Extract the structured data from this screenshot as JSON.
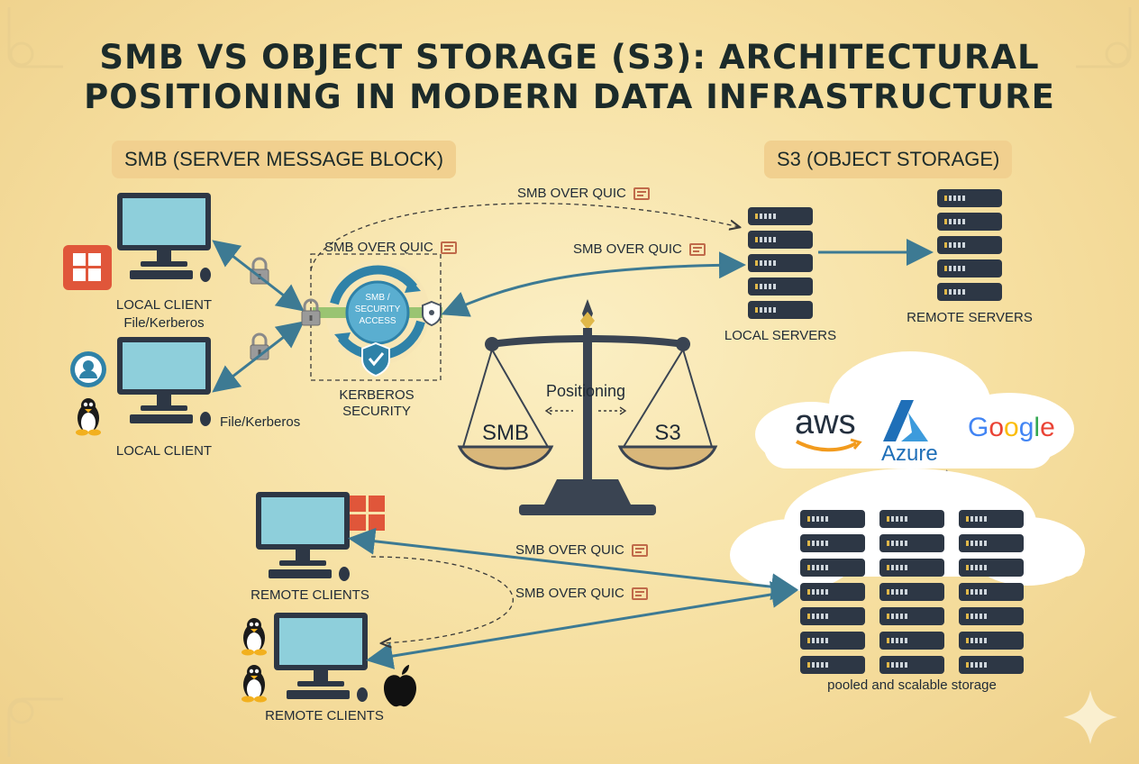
{
  "title": {
    "line1": "SMB VS OBJECT STORAGE (S3): ARCHITECTURAL",
    "line2": "POSITIONING IN MODERN DATA INFRASTRUCTURE"
  },
  "smb_section": {
    "header": "SMB (SERVER MESSAGE BLOCK)",
    "local_client_1_label": "LOCAL CLIENT",
    "local_client_1_sublabel": "File/Kerberos",
    "local_client_2_label": "LOCAL CLIENT",
    "local_client_2_sublabel": "File/Kerberos",
    "security_hub_text": "SMB / SECURITY ACCESS",
    "security_hub_line1": "SMB /",
    "security_hub_line2": "SECURITY",
    "security_hub_line3": "ACCESS",
    "kerberos_label_1": "KERBEROS",
    "kerberos_label_2": "SECURITY",
    "remote_clients_1_label": "REMOTE CLIENTS",
    "remote_clients_2_label": "REMOTE CLIENTS"
  },
  "s3_section": {
    "header": "S3 (OBJECT STORAGE)",
    "local_servers_label": "LOCAL SERVERS",
    "remote_servers_label": "REMOTE SERVERS",
    "pooled_storage_label": "pooled and scalable storage",
    "providers": [
      "aws",
      "Azure",
      "Google"
    ]
  },
  "connections": {
    "quic_top": "SMB OVER QUIC",
    "quic_hub": "SMB OVER QUIC",
    "quic_right": "SMB OVER QUIC",
    "quic_remote_1": "SMB OVER QUIC",
    "quic_remote_2": "SMB OVER QUIC"
  },
  "scale": {
    "center_label": "Positioning",
    "left_pan": "SMB",
    "right_pan": "S3"
  },
  "colors": {
    "arrow": "#3d7a93",
    "monitor_screen": "#8ecfdb",
    "device_dark": "#2d3745",
    "header_bg": "#f1d08f",
    "quic_icon": "#c06a4a",
    "lock": "#8a8a8a",
    "hub_ring": "#2f82a8",
    "windows": "#e0563a",
    "scale_pan": "#d9b77a"
  }
}
